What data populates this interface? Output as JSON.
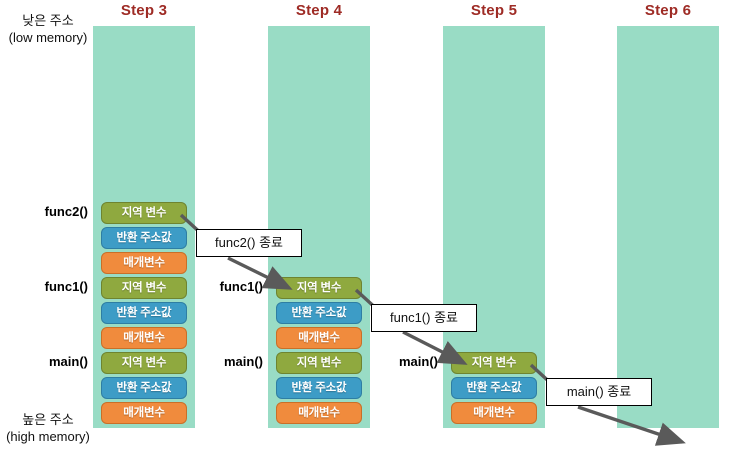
{
  "figure": {
    "title_implicit": "Call stack unwinding steps",
    "background": "#FFFFFF"
  },
  "edge_labels": {
    "low": {
      "ko": "낮은 주소",
      "en": "(low memory)"
    },
    "high": {
      "ko": "높은 주소",
      "en": "(high memory)"
    }
  },
  "colors": {
    "column": "#99DCC5",
    "header": "#9E2B25",
    "local_var": "#8FA93F",
    "return_address": "#3D9CC6",
    "parameter": "#F08B3D",
    "arrow": "#5A5A5A",
    "callout_border": "#000000"
  },
  "slot_types": {
    "local": "지역 변수",
    "retaddr": "반환 주소값",
    "param": "매개변수"
  },
  "columns": [
    {
      "header": "Step 3",
      "frames": [
        {
          "name": "func2()",
          "slots": [
            "지역 변수",
            "반환 주소값",
            "매개변수"
          ]
        },
        {
          "name": "func1()",
          "slots": [
            "지역 변수",
            "반환 주소값",
            "매개변수"
          ]
        },
        {
          "name": "main()",
          "slots": [
            "지역 변수",
            "반환 주소값",
            "매개변수"
          ]
        }
      ]
    },
    {
      "header": "Step 4",
      "frames": [
        {
          "name": "func1()",
          "slots": [
            "지역 변수",
            "반환 주소값",
            "매개변수"
          ]
        },
        {
          "name": "main()",
          "slots": [
            "지역 변수",
            "반환 주소값",
            "매개변수"
          ]
        }
      ]
    },
    {
      "header": "Step 5",
      "frames": [
        {
          "name": "main()",
          "slots": [
            "지역 변수",
            "반환 주소값",
            "매개변수"
          ]
        }
      ]
    },
    {
      "header": "Step 6",
      "frames": []
    }
  ],
  "callouts": [
    {
      "label": "func2() 종료"
    },
    {
      "label": "func1() 종료"
    },
    {
      "label": "main() 종료"
    }
  ]
}
